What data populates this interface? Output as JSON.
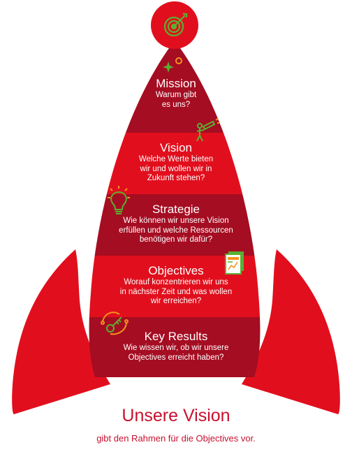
{
  "colors": {
    "dark_red": "#a50d22",
    "bright_red": "#e10f1d",
    "footer_red": "#c8102e",
    "icon_green": "#5ab031",
    "icon_orange": "#f3931f"
  },
  "sections": [
    {
      "title": "Mission",
      "desc": [
        "Warum gibt",
        "es uns?"
      ],
      "icon": "target-icon"
    },
    {
      "title": "Vision",
      "desc": [
        "Welche Werte bieten",
        "wir und wollen wir in",
        "Zukunft stehen?"
      ],
      "icon": "telescope-person-icon"
    },
    {
      "title": "Strategie",
      "desc": [
        "Wie können wir unsere Vision",
        "erfüllen und welche Ressourcen",
        "benötigen wir dafür?"
      ],
      "icon": "lightbulb-icon"
    },
    {
      "title": "Objectives",
      "desc": [
        "Worauf konzentrieren wir uns",
        "in nächster Zeit und was wollen",
        "wir erreichen?"
      ],
      "icon": "report-icon"
    },
    {
      "title": "Key Results",
      "desc": [
        "Wie wissen wir, ob wir unsere",
        "Objectives erreicht haben?"
      ],
      "icon": "key-icon"
    }
  ],
  "footer": {
    "title": "Unsere Vision",
    "subtitle": "gibt den Rahmen für die Objectives vor."
  }
}
